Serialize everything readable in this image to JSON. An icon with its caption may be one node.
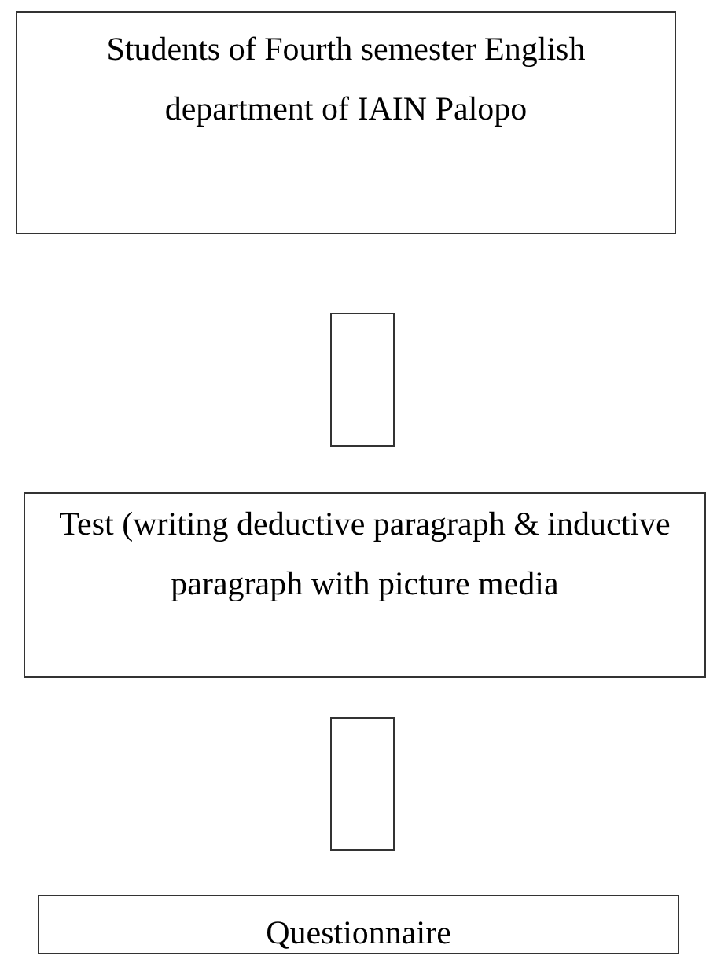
{
  "diagram": {
    "nodes": [
      {
        "text": [
          "Students of Fourth semester English department of IAIN Palopo"
        ]
      },
      {
        "text": [],
        "shape": "box"
      },
      {
        "text": [
          "Test (writing deductive paragraph & inductive paragraph with picture media"
        ]
      },
      {
        "text": [],
        "shape": "box"
      },
      {
        "text": [
          "Questionnaire"
        ]
      }
    ]
  }
}
